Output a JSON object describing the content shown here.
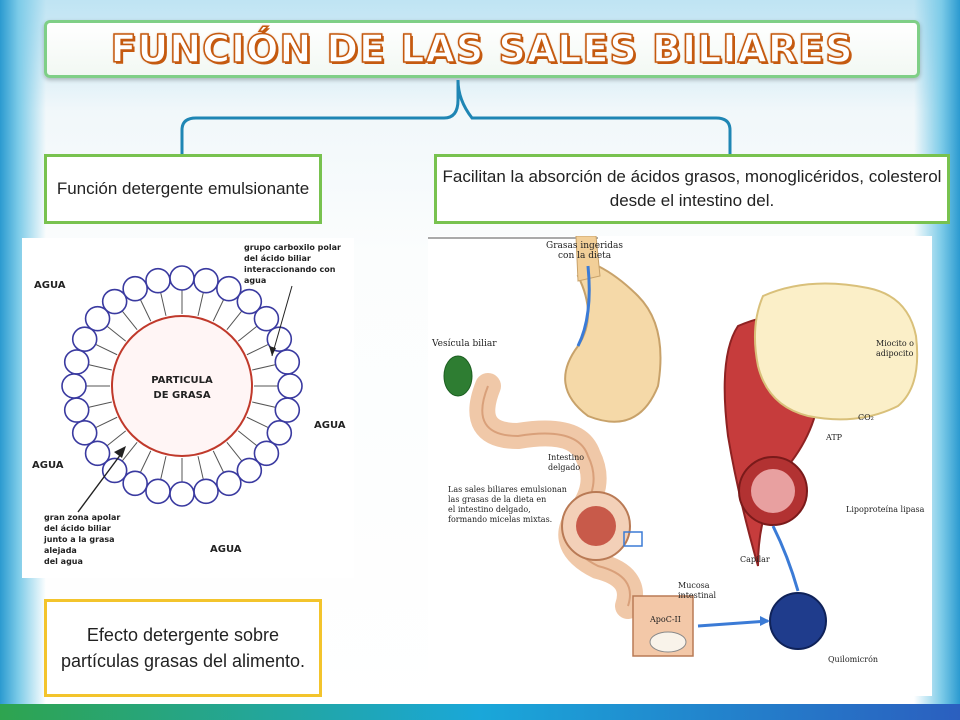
{
  "slide": {
    "title": "FUNCIÓN DE LAS SALES BILIARES",
    "colors": {
      "title_fill": "#ffffff",
      "title_outline": "#c55a10",
      "box_green_border": "#78c24f",
      "box_yellow_border": "#f3c42c",
      "connector": "#1f86b4"
    }
  },
  "boxes": {
    "left_top": "Función detergente emulsionante",
    "right_top": "Facilitan la absorción de ácidos grasos, monoglicéridos, colesterol desde el intestino del.",
    "left_bottom": "Efecto detergente sobre partículas grasas del alimento."
  },
  "micelle_diagram": {
    "water_top_left": "AGUA",
    "water_right": "AGUA",
    "water_left": "AGUA",
    "water_bottom": "AGUA",
    "core_line1": "PARTICULA",
    "core_line2": "DE GRASA",
    "polar_note": [
      "grupo carboxilo polar",
      "del ácido biliar",
      "interaccionando con",
      "agua"
    ],
    "apolar_note": [
      "gran zona apolar",
      "del ácido biliar",
      "junto a la grasa",
      "alejada",
      "del agua"
    ]
  },
  "digestion_diagram": {
    "ingested": [
      "Grasas ingeridas",
      "con la dieta"
    ],
    "gallbladder": "Vesícula biliar",
    "small_intestine": [
      "Intestino",
      "delgado"
    ],
    "bile_note": [
      "Las sales biliares emulsionan",
      "las grasas de la dieta en",
      "el intestino delgado,",
      "formando micelas mixtas."
    ],
    "myocyte": [
      "Miocito o",
      "adipocito"
    ],
    "co2": "CO₂",
    "atp": "ATP",
    "lipase": "Lipoproteína lipasa",
    "capillary": "Capilar",
    "mucosa": [
      "Mucosa",
      "intestinal"
    ],
    "apoc": "ApoC-II",
    "chylomicron": "Quilomicrón"
  }
}
